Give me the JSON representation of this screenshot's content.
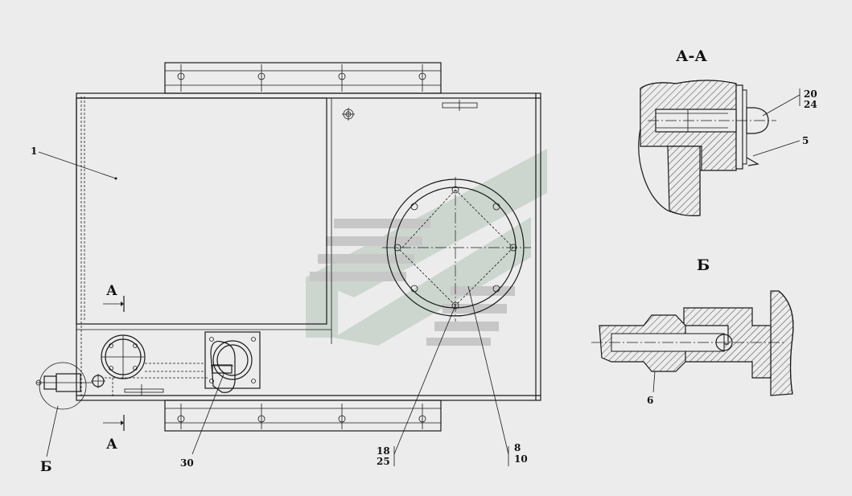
{
  "labels": {
    "section_aa_title": "А-А",
    "detail_b_title": "Б",
    "detail_b_callout": "Б",
    "section_mark_top": "А",
    "section_mark_bottom": "А",
    "pos_1": "1",
    "pos_30": "30",
    "pos_18": "18",
    "pos_25": "25",
    "pos_8": "8",
    "pos_10": "10",
    "pos_20": "20",
    "pos_24": "24",
    "pos_5": "5",
    "pos_6": "6"
  },
  "colors": {
    "background": "#ececec",
    "line": "#1a1a1a",
    "watermark_gray": "#c4c4c4",
    "watermark_green": "#c9d4cc"
  }
}
